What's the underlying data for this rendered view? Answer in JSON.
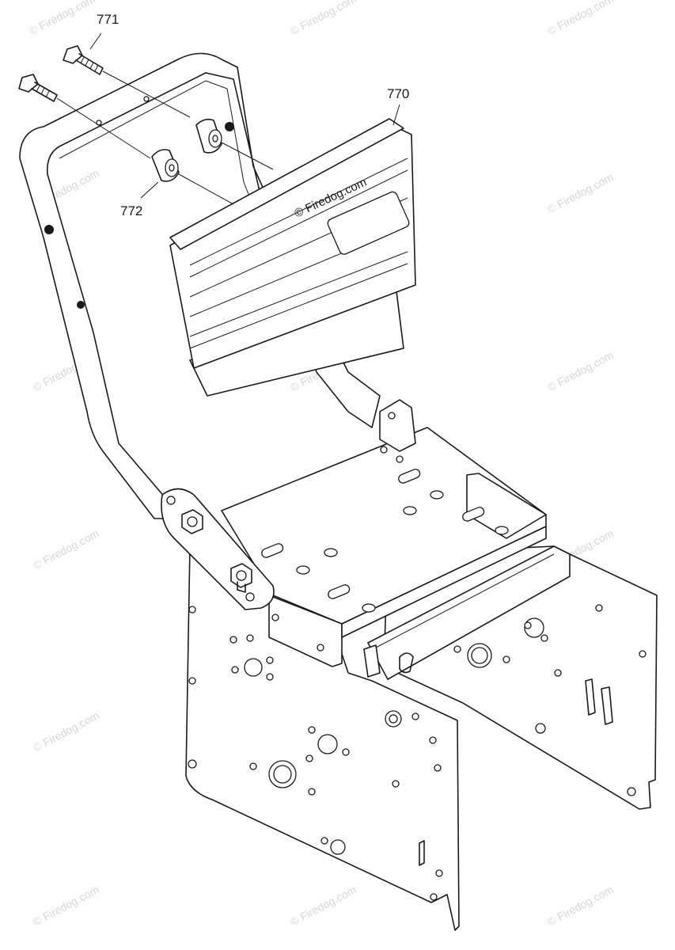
{
  "callouts": {
    "part_771": "771",
    "part_770": "770",
    "part_772": "772"
  },
  "watermarks": {
    "text": "© Firedog.com",
    "center_text": "© Firedog.com"
  },
  "colors": {
    "line": "#1a1a1a",
    "watermark": "#d6d6d6",
    "background": "#ffffff"
  }
}
